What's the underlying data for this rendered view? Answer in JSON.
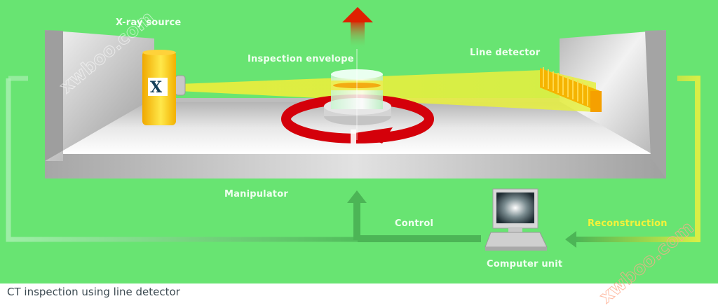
{
  "diagram": {
    "title": "CT inspection using line detector",
    "background_color": "#68e472",
    "labels": {
      "xray_source": "X-ray source",
      "inspection_envelope": "Inspection envelope",
      "line_detector": "Line detector",
      "manipulator": "Manipulator",
      "control": "Control",
      "reconstruction": "Reconstruction",
      "computer_unit": "Computer unit"
    },
    "source_marker": "X",
    "watermark": "xwboo.com",
    "colors": {
      "beam": "#f0ee3a",
      "source_body": "#f5b800",
      "rotation_arrow": "#d4000a",
      "lift_arrow": "#e02000",
      "flow_arrow": "#4cb556",
      "reconstruction_line": "#eef24a",
      "label_text": "#f0fff0",
      "reconstruction_text": "#f4f23a"
    }
  }
}
